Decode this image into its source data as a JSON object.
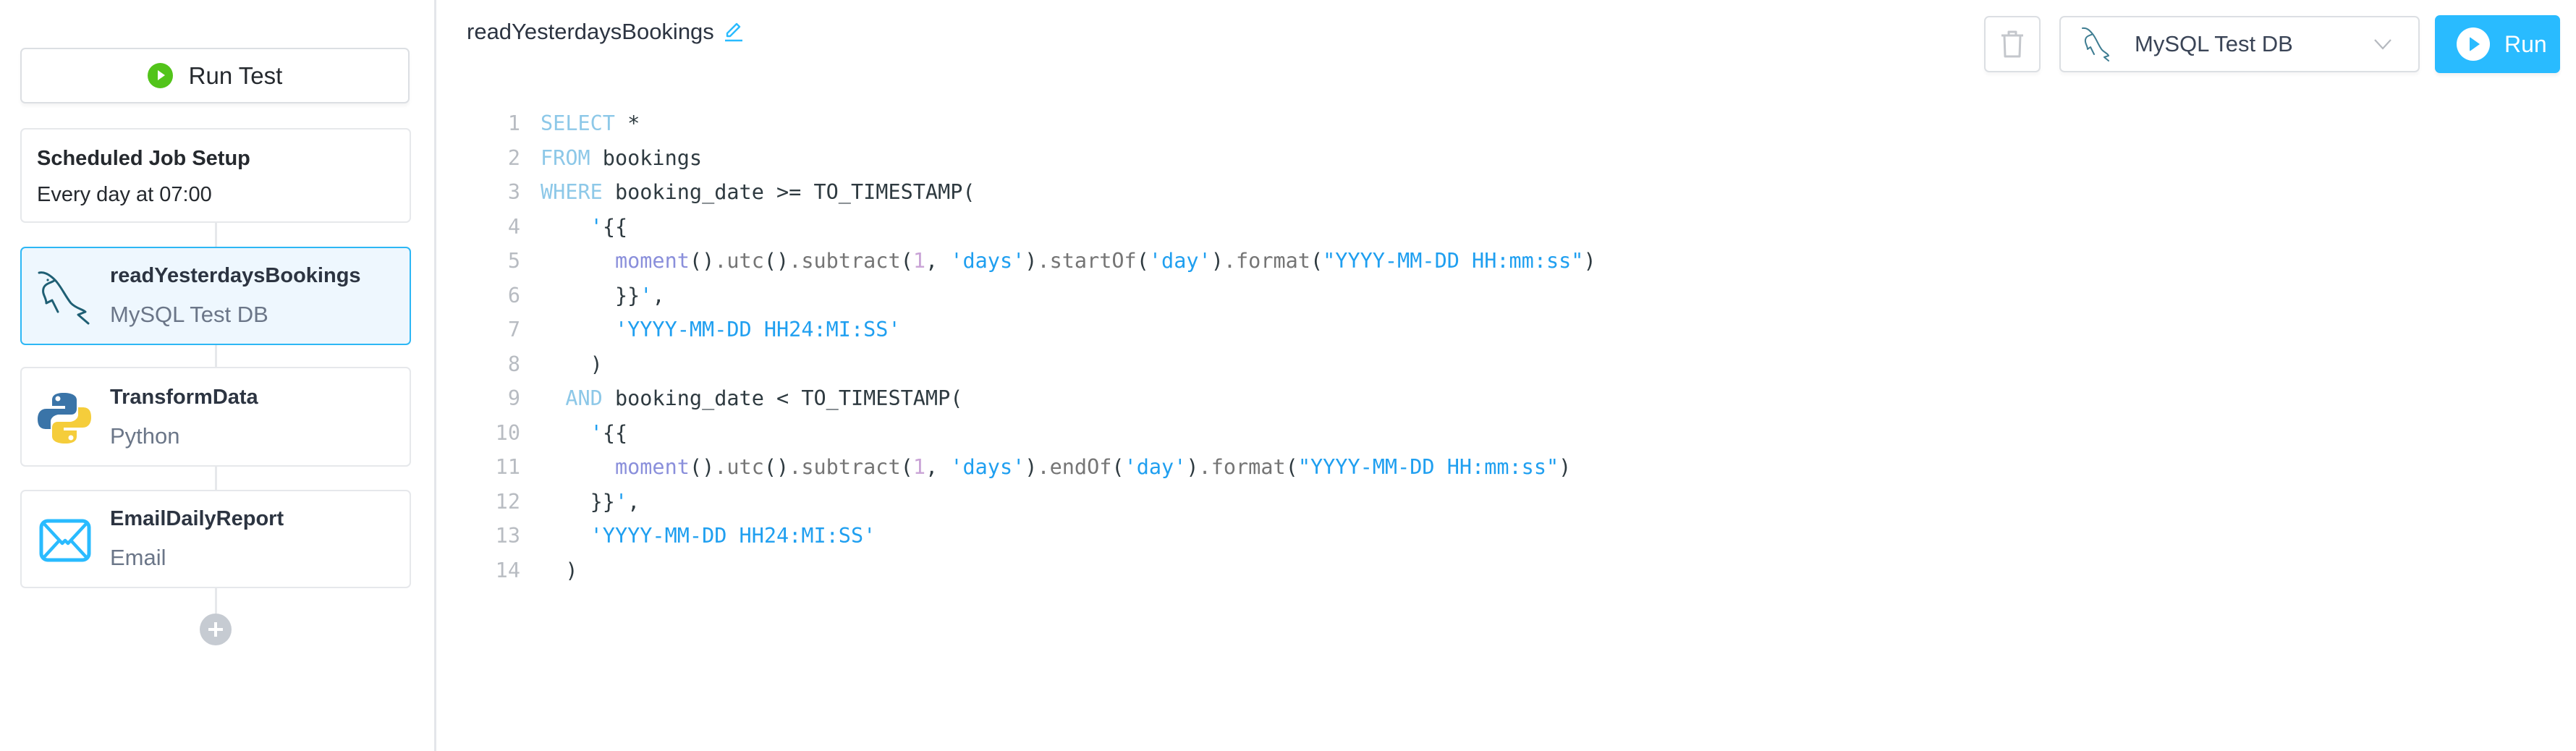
{
  "sidebar": {
    "run_test_label": "Run Test",
    "schedule": {
      "title": "Scheduled Job Setup",
      "subtitle": "Every day at 07:00"
    },
    "steps": [
      {
        "title": "readYesterdaysBookings",
        "subtitle": "MySQL Test DB",
        "icon": "mysql-dolphin-icon",
        "selected": true
      },
      {
        "title": "TransformData",
        "subtitle": "Python",
        "icon": "python-icon",
        "selected": false
      },
      {
        "title": "EmailDailyReport",
        "subtitle": "Email",
        "icon": "envelope-icon",
        "selected": false
      }
    ],
    "add_step_icon": "plus-icon"
  },
  "header": {
    "step_title": "readYesterdaysBookings",
    "edit_icon": "pencil-icon",
    "delete_icon": "trash-icon",
    "datasource": {
      "selected": "MySQL Test DB",
      "icon": "mysql-dolphin-icon"
    },
    "run_label": "Run"
  },
  "colors": {
    "accent": "#29bbff",
    "selected_border": "#2db7f5",
    "selected_bg": "#eef7fe",
    "run_test_green": "#52c41a",
    "keyword": "#8dc8e8",
    "string": "#1f9ff0",
    "function": "#8a8fdb",
    "number": "#c9a3d6"
  },
  "editor": {
    "lines": [
      {
        "n": "1",
        "indent": "",
        "tokens": [
          [
            "kw",
            "SELECT"
          ],
          [
            "p",
            " *"
          ]
        ]
      },
      {
        "n": "2",
        "indent": "",
        "tokens": [
          [
            "kw",
            "FROM"
          ],
          [
            "p",
            " bookings"
          ]
        ]
      },
      {
        "n": "3",
        "indent": "",
        "tokens": [
          [
            "kw",
            "WHERE"
          ],
          [
            "p",
            " booking_date >= TO_TIMESTAMP("
          ]
        ]
      },
      {
        "n": "4",
        "indent": "    ",
        "tokens": [
          [
            "str",
            "'"
          ],
          [
            "p",
            "{{"
          ]
        ]
      },
      {
        "n": "5",
        "indent": "      ",
        "tokens": [
          [
            "fn",
            "moment"
          ],
          [
            "p",
            "()"
          ],
          [
            "meth",
            ".utc"
          ],
          [
            "p",
            "()"
          ],
          [
            "meth",
            ".subtract"
          ],
          [
            "p",
            "("
          ],
          [
            "num",
            "1"
          ],
          [
            "p",
            ", "
          ],
          [
            "str",
            "'days'"
          ],
          [
            "p",
            ")"
          ],
          [
            "meth",
            ".startOf"
          ],
          [
            "p",
            "("
          ],
          [
            "str",
            "'day'"
          ],
          [
            "p",
            ")"
          ],
          [
            "meth",
            ".format"
          ],
          [
            "p",
            "("
          ],
          [
            "str",
            "\"YYYY-MM-DD HH:mm:ss\""
          ],
          [
            "p",
            ")"
          ]
        ]
      },
      {
        "n": "6",
        "indent": "      ",
        "tokens": [
          [
            "p",
            "}}"
          ],
          [
            "str",
            "'"
          ],
          [
            "p",
            ","
          ]
        ]
      },
      {
        "n": "7",
        "indent": "      ",
        "tokens": [
          [
            "str",
            "'YYYY-MM-DD HH24:MI:SS'"
          ]
        ]
      },
      {
        "n": "8",
        "indent": "    ",
        "tokens": [
          [
            "p",
            ")"
          ]
        ]
      },
      {
        "n": "9",
        "indent": "  ",
        "tokens": [
          [
            "kw",
            "AND"
          ],
          [
            "p",
            " booking_date < TO_TIMESTAMP("
          ]
        ]
      },
      {
        "n": "10",
        "indent": "    ",
        "tokens": [
          [
            "str",
            "'"
          ],
          [
            "p",
            "{{"
          ]
        ]
      },
      {
        "n": "11",
        "indent": "      ",
        "tokens": [
          [
            "fn",
            "moment"
          ],
          [
            "p",
            "()"
          ],
          [
            "meth",
            ".utc"
          ],
          [
            "p",
            "()"
          ],
          [
            "meth",
            ".subtract"
          ],
          [
            "p",
            "("
          ],
          [
            "num",
            "1"
          ],
          [
            "p",
            ", "
          ],
          [
            "str",
            "'days'"
          ],
          [
            "p",
            ")"
          ],
          [
            "meth",
            ".endOf"
          ],
          [
            "p",
            "("
          ],
          [
            "str",
            "'day'"
          ],
          [
            "p",
            ")"
          ],
          [
            "meth",
            ".format"
          ],
          [
            "p",
            "("
          ],
          [
            "str",
            "\"YYYY-MM-DD HH:mm:ss\""
          ],
          [
            "p",
            ")"
          ]
        ]
      },
      {
        "n": "12",
        "indent": "    ",
        "tokens": [
          [
            "p",
            "}}"
          ],
          [
            "str",
            "'"
          ],
          [
            "p",
            ","
          ]
        ]
      },
      {
        "n": "13",
        "indent": "    ",
        "tokens": [
          [
            "str",
            "'YYYY-MM-DD HH24:MI:SS'"
          ]
        ]
      },
      {
        "n": "14",
        "indent": "  ",
        "tokens": [
          [
            "p",
            ")"
          ]
        ]
      }
    ]
  }
}
